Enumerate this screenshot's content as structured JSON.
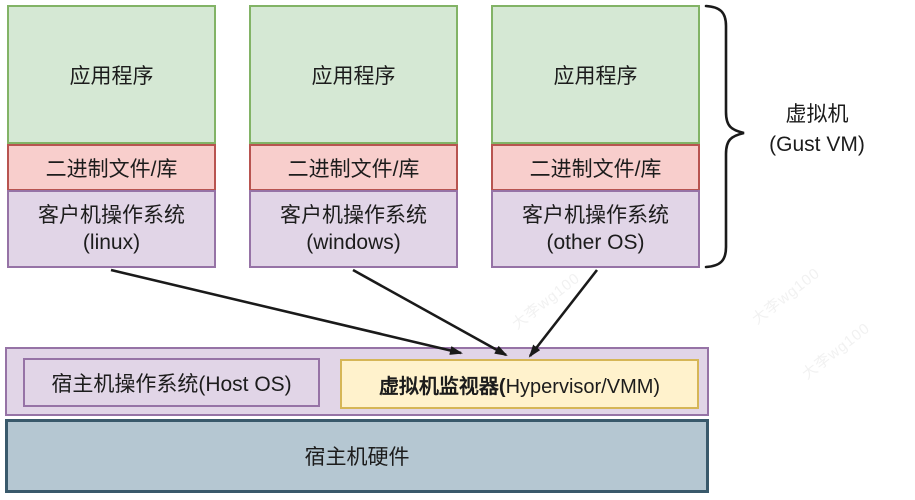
{
  "diagram": {
    "columns": [
      {
        "app": "应用程序",
        "bins": "二进制文件/库",
        "os": "客户机操作系统",
        "os_variant": "(linux)"
      },
      {
        "app": "应用程序",
        "bins": "二进制文件/库",
        "os": "客户机操作系统",
        "os_variant": "(windows)"
      },
      {
        "app": "应用程序",
        "bins": "二进制文件/库",
        "os": "客户机操作系统",
        "os_variant": "(other OS)"
      }
    ],
    "vm_label": {
      "line1": "虚拟机",
      "line2": "(Gust VM)"
    },
    "host_layer": {
      "host_os": "宿主机操作系统(Host OS)",
      "hypervisor_bold": "虚拟机监视器(",
      "hypervisor_regular": "Hypervisor/VMM)"
    },
    "hardware_label": "宿主机硬件",
    "watermark": "大李wg100",
    "colors": {
      "app_fill": "#d5e8d4",
      "app_border": "#82b366",
      "bins_fill": "#f8cecc",
      "bins_border": "#b85450",
      "os_fill": "#e1d5e7",
      "os_border": "#9673a6",
      "hypervisor_fill": "#fff2cc",
      "hypervisor_border": "#d6b656",
      "hardware_fill": "#b5c7d2",
      "hardware_border": "#39596b",
      "arrow": "#1a1a1a"
    }
  }
}
